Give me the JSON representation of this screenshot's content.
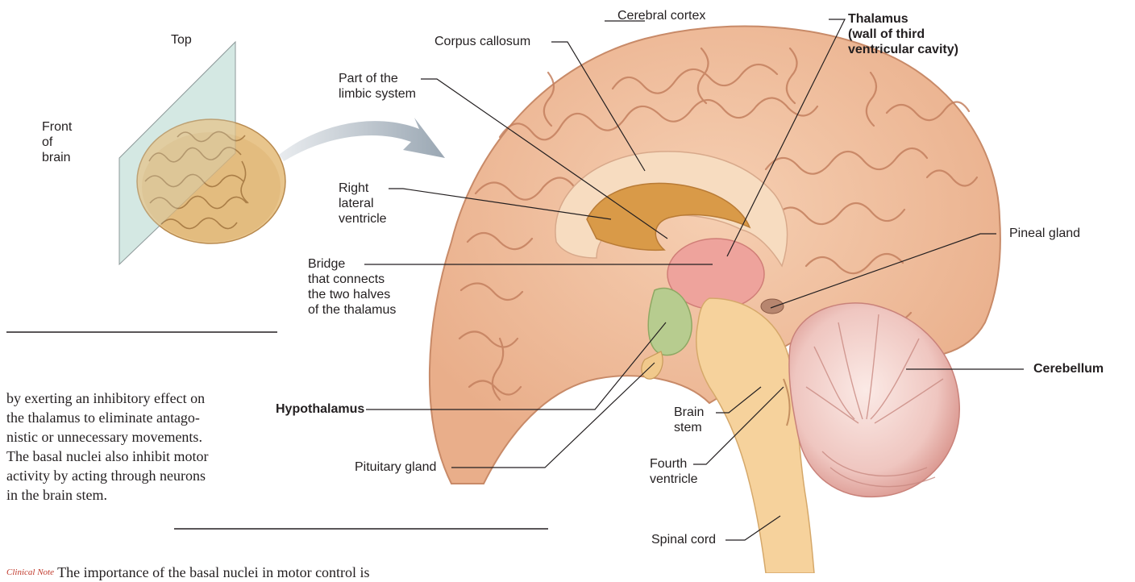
{
  "inset": {
    "label_top": "Top",
    "label_front": [
      "Front",
      "of",
      "brain"
    ]
  },
  "labels": {
    "cerebral_cortex": "Cerebral cortex",
    "corpus_callosum": "Corpus callosum",
    "limbic": [
      "Part of the",
      "limbic system"
    ],
    "right_lateral_ventricle": [
      "Right",
      "lateral",
      "ventricle"
    ],
    "bridge": [
      "Bridge",
      "that connects",
      "the two halves",
      "of the thalamus"
    ],
    "thalamus": [
      "Thalamus",
      "(wall of third",
      "ventricular cavity)"
    ],
    "pineal_gland": "Pineal gland",
    "cerebellum": "Cerebellum",
    "hypothalamus": "Hypothalamus",
    "pituitary_gland": "Pituitary gland",
    "brain_stem": [
      "Brain",
      "stem"
    ],
    "fourth_ventricle": [
      "Fourth",
      "ventricle"
    ],
    "spinal_cord": "Spinal cord"
  },
  "body_text": {
    "lines": [
      "by exerting an inhibitory effect on",
      "the thalamus to eliminate antago-",
      "nistic or unnecessary movements.",
      "The basal nuclei also inhibit motor",
      "activity by acting through neurons",
      "in the brain stem."
    ],
    "clinical_note_tag": "Clinical Note",
    "cut_line": "The importance of the basal nuclei in motor control is"
  },
  "colors": {
    "cortex": "#f2c3a0",
    "gyri_lines": "#c98a6a",
    "corpus_callosum": "#f7dcc0",
    "ventricle": "#d99a48",
    "thalamus": "#eea39c",
    "hypothalamus": "#b7cc8f",
    "brain_stem": "#f6d29c",
    "cerebellum": "#f2d4d0",
    "plane": "#c8e3dd"
  }
}
